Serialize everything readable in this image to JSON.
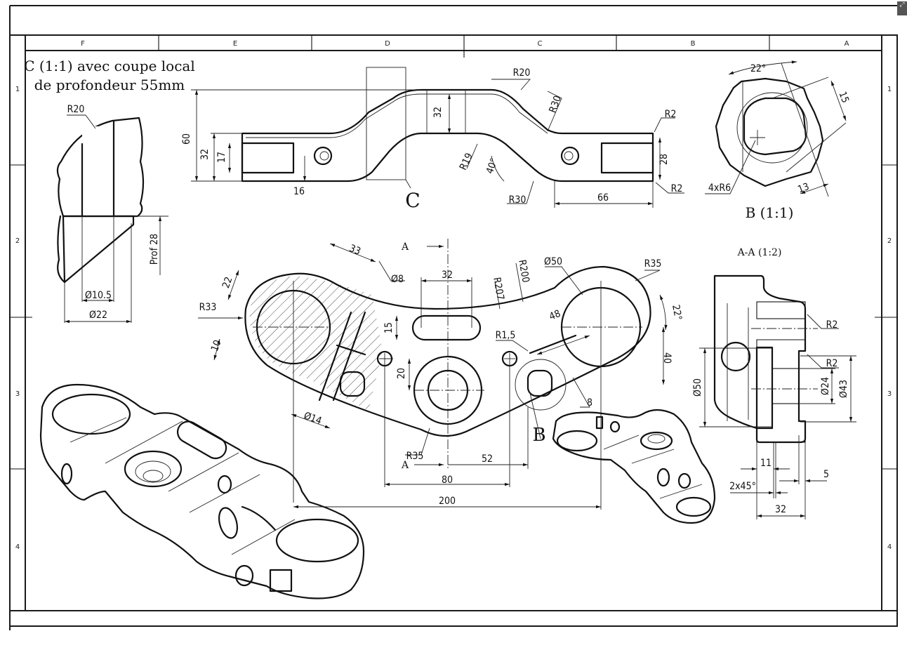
{
  "sheet": {
    "columns": [
      "F",
      "E",
      "D",
      "C",
      "B",
      "A"
    ],
    "rows": [
      "1",
      "2",
      "3",
      "4"
    ],
    "corner_icon": "expand-icon"
  },
  "views": {
    "detail_c": {
      "title_line1": "C (1:1) avec coupe local",
      "title_line2": "de profondeur 55mm",
      "dims": {
        "r20": "R20",
        "prof": "Prof 28",
        "d105": "Ø10.5",
        "d22": "Ø22"
      }
    },
    "side_view": {
      "label": "C",
      "dims": {
        "h60": "60",
        "h32a": "32",
        "h17": "17",
        "w16": "16",
        "h32b": "32",
        "r20": "R20",
        "r30a": "R30",
        "r2a": "R2",
        "r19": "R19",
        "a40": "40°",
        "r30b": "R30",
        "h28": "28",
        "r2b": "R2",
        "w66": "66"
      }
    },
    "detail_b": {
      "title": "B (1:1)",
      "dims": {
        "a22": "22°",
        "d15": "15",
        "r6": "4xR6",
        "d13": "13"
      }
    },
    "top_view": {
      "section_mark": "A",
      "detail_mark": "B",
      "dims": {
        "d33": "33",
        "d22": "22",
        "r33": "R33",
        "d8": "Ø8",
        "d10": "10",
        "d14": "Ø14",
        "w32": "32",
        "h15": "15",
        "h20": "20",
        "r207": "R207",
        "r200": "R200",
        "d50": "Ø50",
        "r35a": "R35",
        "d48": "48",
        "a22": "22°",
        "r15": "R1,5",
        "h40": "40",
        "d8b": "8",
        "r35b": "R35",
        "w52": "52",
        "w80": "80",
        "w200": "200"
      }
    },
    "section_aa": {
      "title": "A-A (1:2)",
      "dims": {
        "r2a": "R2",
        "r2b": "R2",
        "d50": "Ø50",
        "d24": "Ø24",
        "d43": "Ø43",
        "w11": "11",
        "ch": "2x45°",
        "w5": "5",
        "w32": "32"
      }
    }
  }
}
